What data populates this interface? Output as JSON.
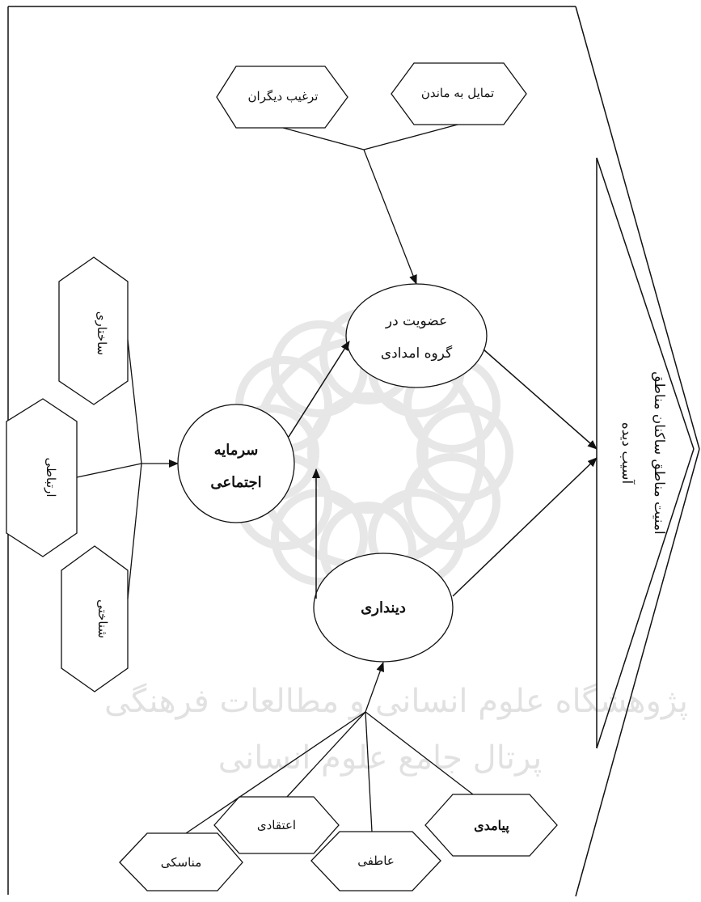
{
  "diagram": {
    "outcome": {
      "line1": "امنیت مناطق ساکنان مناطق",
      "line2": "آسیب دیده"
    },
    "mediator": {
      "line1": "عضویت در",
      "line2": "گروه امدادی"
    },
    "social_capital": {
      "line1": "سرمایه",
      "line2": "اجتماعی"
    },
    "religiosity": {
      "label": "دینداری"
    },
    "membership_factors": [
      "ترغیب دیگران",
      "تمایل به ماندن"
    ],
    "social_capital_dimensions": [
      "ساختاری",
      "ارتباطی",
      "شناختی"
    ],
    "religiosity_dimensions": [
      "مناسکی",
      "اعتقادی",
      "عاطفی",
      "پیامدی"
    ]
  },
  "watermark": {
    "line1": "پژوهشگاه علوم انسانی و مطالعات فرهنگی",
    "line2": "پرتال جامع علوم انسانی"
  }
}
